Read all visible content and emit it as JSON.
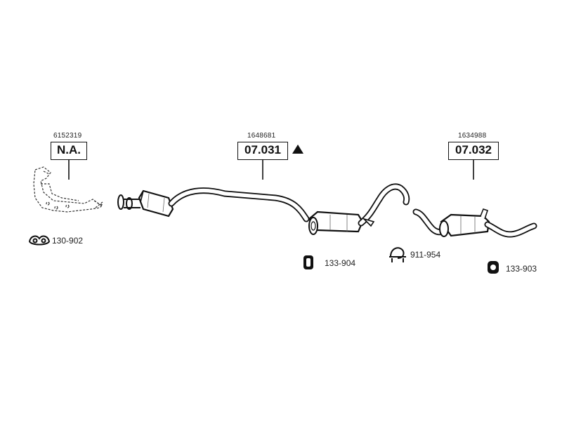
{
  "diagram": {
    "sections": [
      {
        "oe_number": "6152319",
        "part_label": "N.A."
      },
      {
        "oe_number": "1648681",
        "part_label": "07.031",
        "warning_icon": "warning-triangle-icon"
      },
      {
        "oe_number": "1634988",
        "part_label": "07.032"
      }
    ],
    "accessories": [
      {
        "part_number": "130-902",
        "icon": "gasket-icon"
      },
      {
        "part_number": "133-904",
        "icon": "rubber-mount-icon"
      },
      {
        "part_number": "911-954",
        "icon": "clamp-icon"
      },
      {
        "part_number": "133-903",
        "icon": "rubber-mount-icon"
      }
    ]
  }
}
